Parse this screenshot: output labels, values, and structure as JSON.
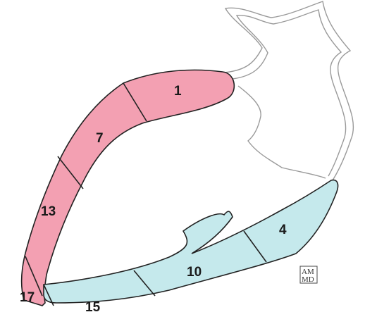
{
  "colors": {
    "anterior_wall": "#f3a0b2",
    "inferior_wall": "#c5e9ec",
    "outline": "#222222",
    "aorta_outline": "#9a9a9a",
    "background": "#ffffff"
  },
  "segments": {
    "seg_1": "1",
    "seg_7": "7",
    "seg_13": "13",
    "seg_17": "17",
    "seg_15": "15",
    "seg_10": "10",
    "seg_4": "4"
  },
  "logo": {
    "line1": "AM",
    "line2": "MD"
  }
}
